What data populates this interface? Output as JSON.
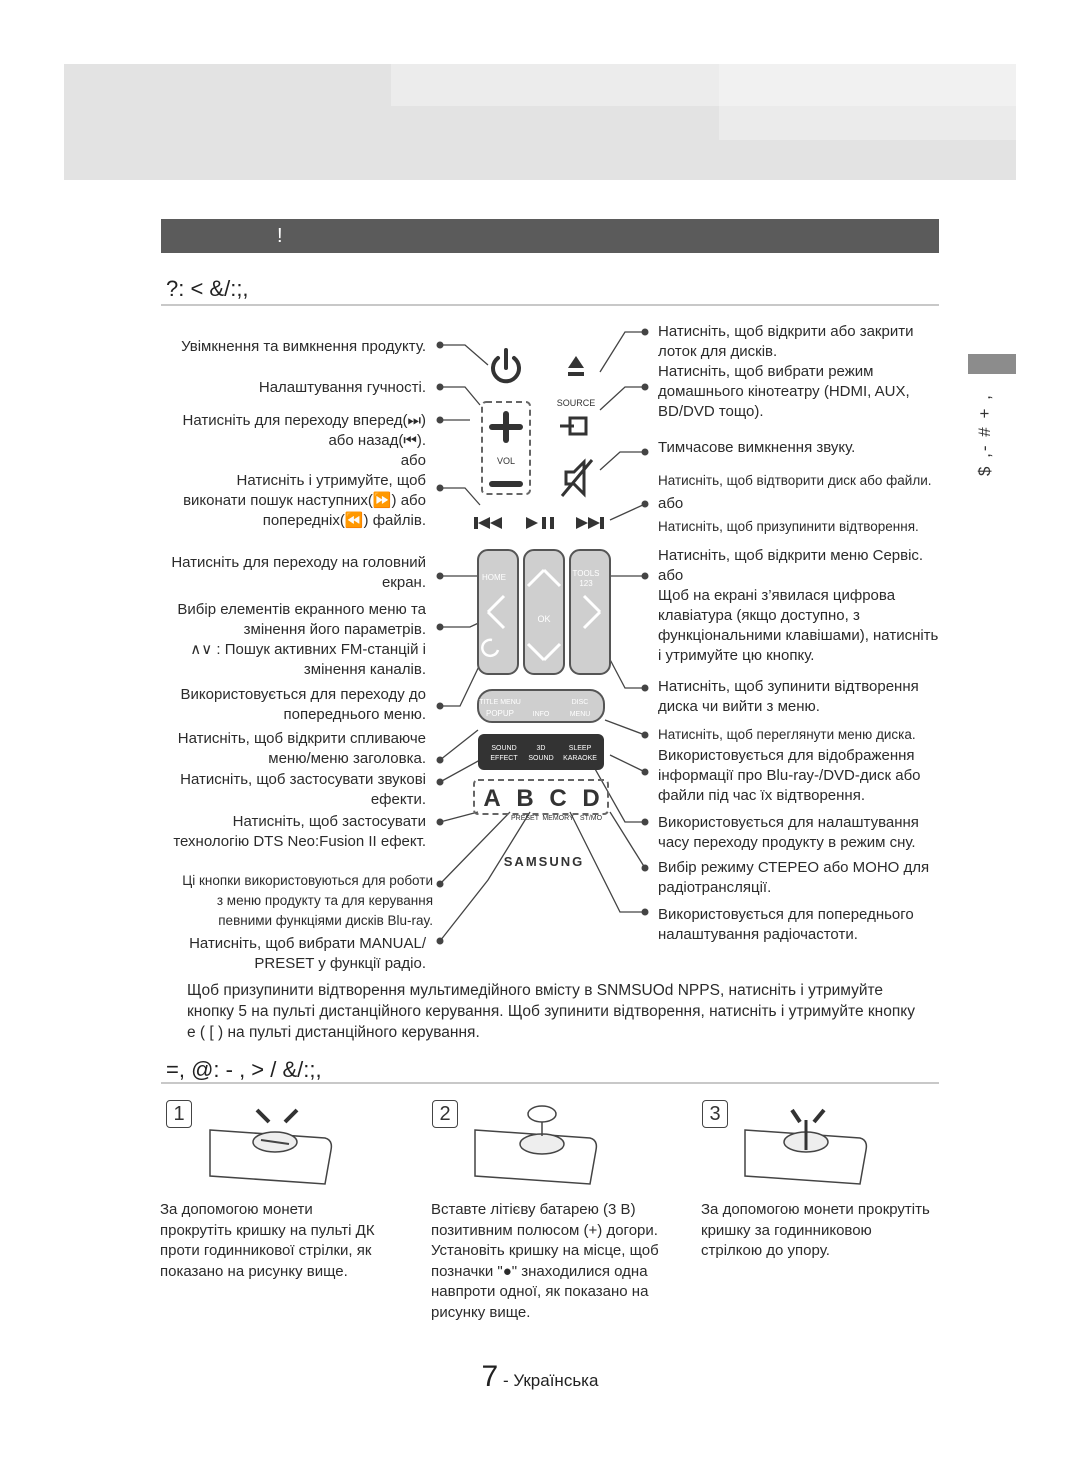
{
  "section": {
    "bar_text": "!"
  },
  "heading1": "?: < &/:;,",
  "heading2": "=,  @:   - ,  > / &/:;,",
  "side_text": "$ ,- # + ,",
  "left_labels": {
    "power": "Увімкнення та вимкнення продукту.",
    "volume": "Налаштування гучності.",
    "skip1": "Натисніть для переходу вперед(⏭)",
    "skip2": "або назад(⏮).",
    "or1": "або",
    "search1": "Натисніть і утримуйте, щоб",
    "search2": "виконати пошук наступних(⏩) або",
    "search3": "попередніх(⏪) файлів.",
    "home1": "Натисніть для переходу на головний",
    "home2": "екран.",
    "select1": "Вибір елементів екранного меню та",
    "select2": "змінення його параметрів.",
    "fm1": "∧∨ : Пошук активних FM-станцій і",
    "fm2": "змінення каналів.",
    "return1": "Використовується для переходу до",
    "return2": "попереднього меню.",
    "popup1": "Натисніть, щоб відкрити спливаюче",
    "popup2": "меню/меню заголовка.",
    "sound1": "Натисніть, щоб застосувати звукові",
    "sound2": "ефекти.",
    "dts1": "Натисніть, щоб застосувати",
    "dts2": "технологію DTS Neo:Fusion II ефект.",
    "abcd1": "Ці кнопки використовуються для роботи",
    "abcd2": "з меню продукту та для керування",
    "abcd3": "певними функціями дисків Blu-ray.",
    "preset1": "Натисніть, щоб вибрати MANUAL/",
    "preset2": "PRESET у функції радіо."
  },
  "right_labels": {
    "eject1": "Натисніть, щоб відкрити або закрити",
    "eject2": "лоток для дисків.",
    "source1": "Натисніть, щоб вибрати режим",
    "source2": "домашнього кінотеатру (HDMI, AUX,",
    "source3": "BD/DVD тощо).",
    "mute": "Тимчасове вимкнення звуку.",
    "play1": "Натисніть, щоб відтворити диск або файли.",
    "or2": "або",
    "pause": "Натисніть, щоб призупинити відтворення.",
    "tools1": "Натисніть, щоб відкрити меню Сервіс.",
    "or3": "або",
    "tools2": "Щоб на екрані з’явилася цифрова",
    "tools3": "клавіатура (якщо доступно, з",
    "tools4": "функціональними клавішами), натисніть",
    "tools5": "і утримуйте цю кнопку.",
    "exit1": "Натисніть, щоб зупинити відтворення",
    "exit2": "диска чи вийти з меню.",
    "disc": "Натисніть, щоб переглянути меню диска.",
    "info1": "Використовується для відображення",
    "info2": "інформації про Blu-ray-/DVD-диск або",
    "info3": "файли під час їх відтворення.",
    "sleep1": "Використовується для налаштування",
    "sleep2": "часу переходу продукту в режим сну.",
    "stmo1": "Вибір режиму СТЕРЕО або МОНО для",
    "stmo2": "радіотрансляції.",
    "mem1": "Використовується для попереднього",
    "mem2": "налаштування радіочастоти."
  },
  "remote": {
    "source": "SOURCE",
    "vol": "VOL",
    "home": "HOME",
    "tools": "TOOLS",
    "tools_num": "123",
    "ok": "OK",
    "title_menu": "TITLE MENU",
    "popup": "POPUP",
    "info": "INFO",
    "disc": "DISC",
    "menu": "MENU",
    "sound": "SOUND",
    "effect": "EFFECT",
    "three_d": "3D",
    "sound2": "SOUND",
    "sleep": "SLEEP",
    "karaoke": "KARAOKE",
    "a": "A",
    "b": "B",
    "c": "C",
    "d": "D",
    "preset": "PRESET",
    "memory": "MEMORY",
    "stmo": "ST/MO",
    "brand": "SAMSUNG"
  },
  "note": {
    "line1": "Щоб призупинити відтворення мультимедійного вмісту в SNMSUOd NPPS, натисніть і утримуйте",
    "line2": "кнопку 5   на пульті дистанційного керування. Щоб зупинити відтворення, натисніть і утримуйте кнопку",
    "line3": "e   (  [       ) на пульті дистанційного керування."
  },
  "steps": [
    {
      "num": "1",
      "lines": [
        "За допомогою монети",
        "прокрутіть кришку на пульті ДК",
        "проти годинникової стрілки, як",
        "показано на рисунку вище."
      ]
    },
    {
      "num": "2",
      "lines": [
        "Вставте літієву батарею (3 В)",
        "позитивним полюсом (+) догори.",
        "Установіть кришку на місце, щоб",
        "позначки \"●\" знаходилися одна",
        "навпроти одної, як показано на",
        "рисунку вище."
      ]
    },
    {
      "num": "3",
      "lines": [
        "За допомогою монети прокрутіть",
        "кришку за годинниковою",
        "стрілкою до упору."
      ]
    }
  ],
  "footer": {
    "page": "7",
    "lang": " - Українська"
  }
}
